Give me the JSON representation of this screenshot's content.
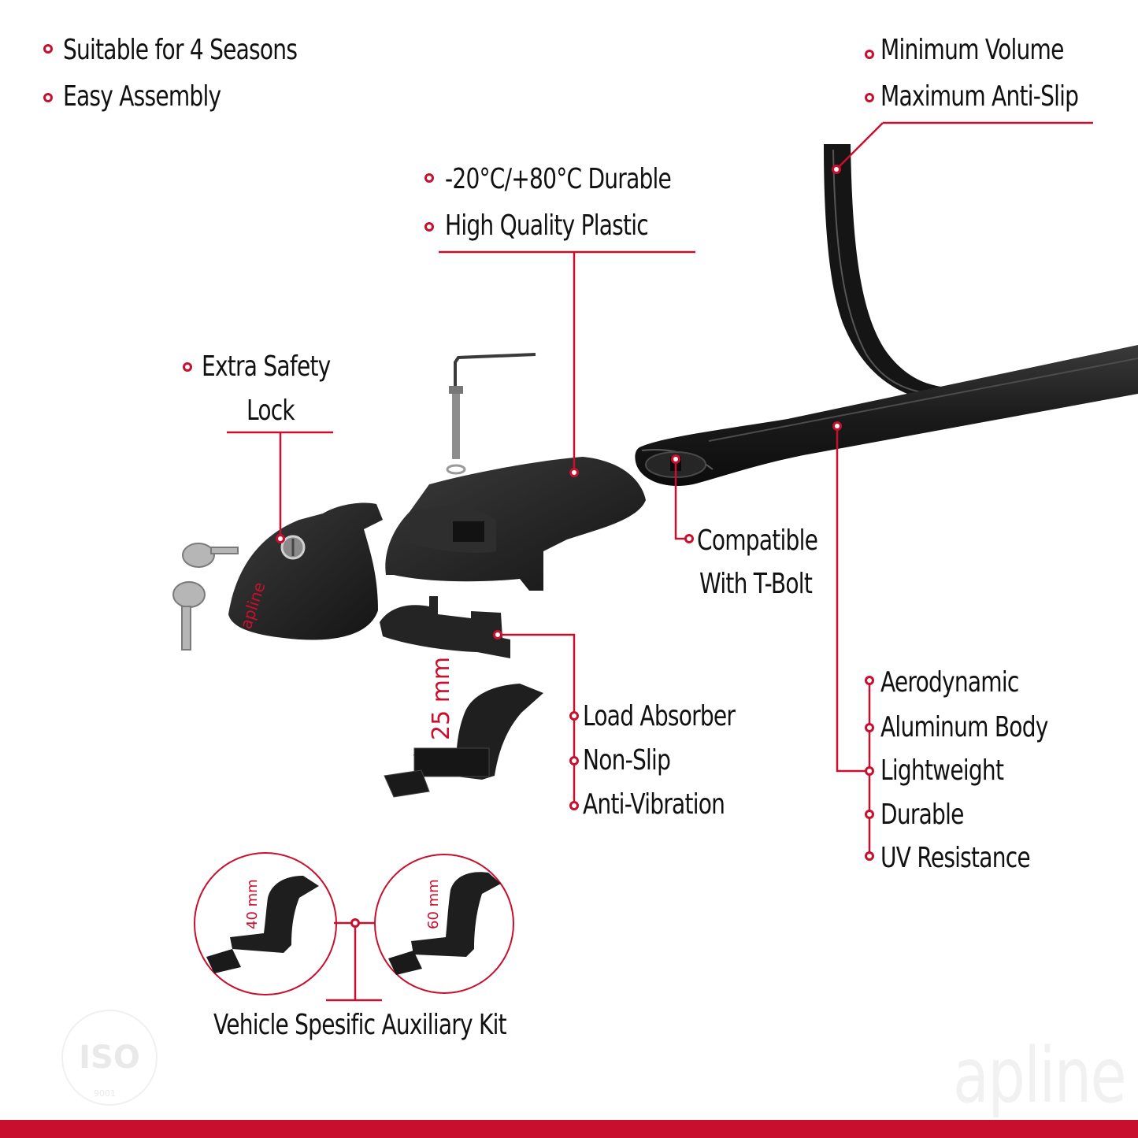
{
  "colors": {
    "accent": "#c8102e",
    "product": "#1c1c1c",
    "text": "#111111"
  },
  "top_left": [
    "Suitable for 4 Seasons",
    "Easy Assembly"
  ],
  "top_right": [
    "Minimum Volume",
    "Maximum Anti-Slip"
  ],
  "plastic": [
    "-20°C/+80°C Durable",
    "High Quality Plastic"
  ],
  "lock": {
    "line1": "Extra Safety",
    "line2": "Lock"
  },
  "tbolt": {
    "line1": "Compatible",
    "line2": "With T-Bolt"
  },
  "absorber": [
    "Load Absorber",
    "Non-Slip",
    "Anti-Vibration"
  ],
  "body_features": [
    "Aerodynamic",
    "Aluminum Body",
    "Lightweight",
    "Durable",
    "UV Resistance"
  ],
  "dimensions": {
    "pad": "25 mm",
    "kit_a": "40 mm",
    "kit_b": "60 mm"
  },
  "kit_caption": "Vehicle Spesific Auxiliary Kit",
  "brand": {
    "product_logo": "apline",
    "watermark": "apline"
  },
  "certification": {
    "mark": "ISO",
    "number": "9001"
  },
  "icons": [
    "bullet-ring-icon",
    "key-icon",
    "allen-key-icon",
    "bolt-icon"
  ]
}
